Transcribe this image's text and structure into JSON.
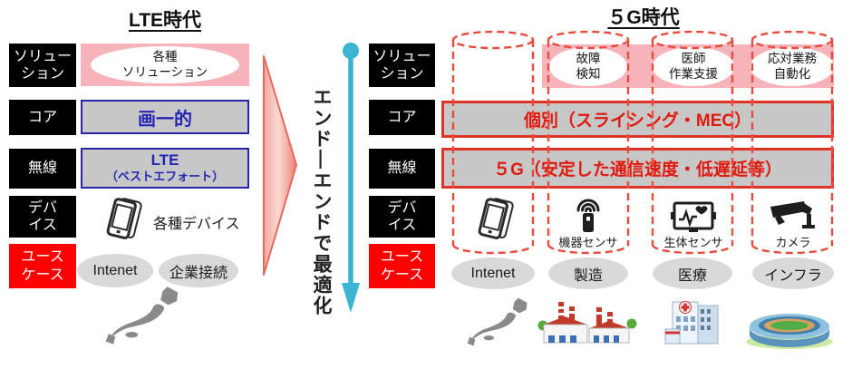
{
  "titles": {
    "lte": "LTE時代",
    "five_g": "５G時代"
  },
  "layer_labels": {
    "solution": "ソリュー\nション",
    "core": "コア",
    "wireless": "無線",
    "device": "デバ\nイス",
    "usecase": "ユース\nケース"
  },
  "center": {
    "vertical_label": "エンド―エンドで最適化"
  },
  "lte": {
    "solution": "各種\nソリューション",
    "core": "画一的",
    "wireless_main": "LTE",
    "wireless_sub": "（ベストエフォート）",
    "device_label": "各種デバイス",
    "usecases": [
      "Intenet",
      "企業接続"
    ]
  },
  "five_g": {
    "solutions": [
      "故障\n検知",
      "医師\n作業支援",
      "応対業務\n自動化"
    ],
    "core": "個別（スライシング・MEC）",
    "wireless": "５G（安定した通信速度・低遅延等）",
    "device_labels": [
      "機器センサ",
      "生体センサ",
      "カメラ"
    ],
    "usecases": [
      "Intenet",
      "製造",
      "医療",
      "インフラ"
    ]
  },
  "icons": [
    "smartphone-icon",
    "iot-sensor-icon",
    "biometric-sensor-icon",
    "cctv-camera-icon",
    "japan-map",
    "factory-illustration",
    "hospital-illustration",
    "stadium-illustration",
    "right-arrow",
    "end-to-end-arrow"
  ],
  "colors": {
    "pink_band": "#f6b3b9",
    "dashed_red": "#ea4b3e",
    "teal_arrow": "#3cb4d4",
    "blue_border": "#2626a8",
    "blue_text": "#2525b5",
    "red_border": "#e03328",
    "red_text": "#e0190e",
    "layer_label_bg": "#000000",
    "usecase_label_bg": "#ff0000",
    "gray_box": "#c7c7c7",
    "gray_ellipse": "#d9d9d9"
  }
}
